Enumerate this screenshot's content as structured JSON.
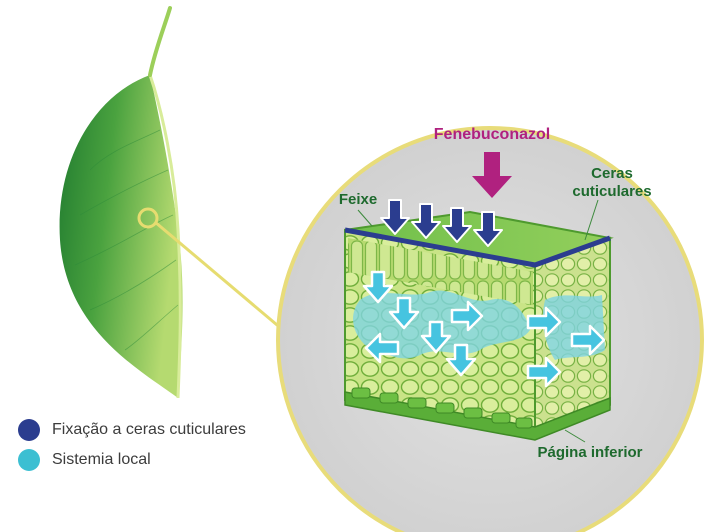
{
  "labels": {
    "fungicide": "Fenebuconazol",
    "waxes_line1": "Ceras",
    "waxes_line2": "cuticulares",
    "bundle": "Feixe",
    "lower_side": "Página inferior"
  },
  "legend": [
    {
      "label": "Fixação a ceras cuticulares",
      "color": "#2b3d8f"
    },
    {
      "label": "Sistemia local",
      "color": "#3cbfd2"
    }
  ],
  "colors": {
    "leaf_dark": "#2f8f3a",
    "leaf_light": "#a9d36a",
    "magnifier_bg": "#d9d9d9",
    "magnifier_ring": "#e8dc7a",
    "cuticle_arrow": "#2b3d8f",
    "fungicide_arrow": "#b0217f",
    "systemic_arrow": "#46c4e0"
  }
}
